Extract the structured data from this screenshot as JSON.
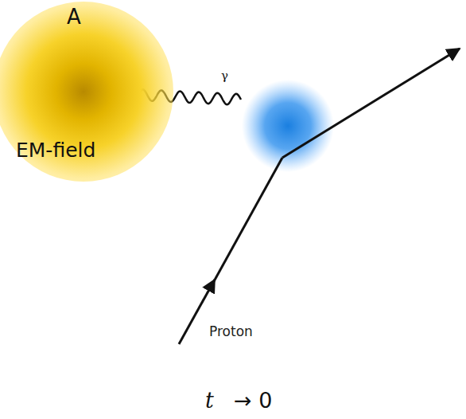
{
  "diagram": {
    "nodes": [
      {
        "text": [
          "A",
          "EM-field"
        ]
      }
    ],
    "labels": [
      "γ",
      "Proton",
      "t",
      "→ 0"
    ]
  }
}
